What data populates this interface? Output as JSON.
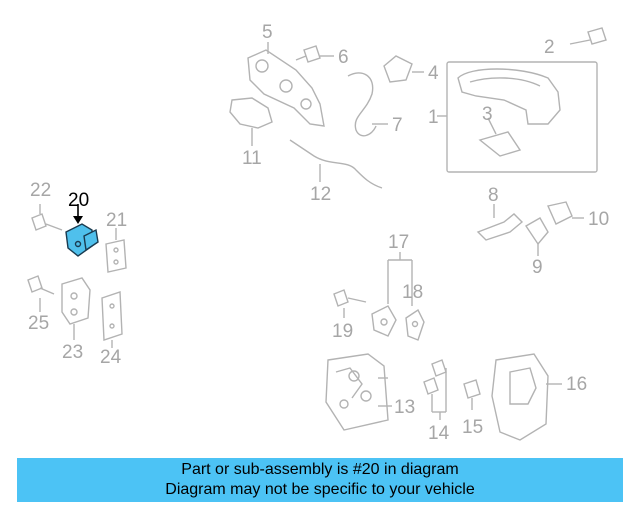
{
  "callouts": {
    "c1": "1",
    "c2": "2",
    "c3": "3",
    "c4": "4",
    "c5": "5",
    "c6": "6",
    "c7": "7",
    "c8": "8",
    "c9": "9",
    "c10": "10",
    "c11": "11",
    "c12": "12",
    "c13": "13",
    "c14": "14",
    "c15": "15",
    "c16": "16",
    "c17": "17",
    "c18": "18",
    "c19": "19",
    "c20": "20",
    "c21": "21",
    "c22": "22",
    "c23": "23",
    "c24": "24",
    "c25": "25"
  },
  "highlight": {
    "part_number": "20",
    "fill_color": "#4fc0ec"
  },
  "banner": {
    "line1": "Part or sub-assembly is #20 in diagram",
    "line2": "Diagram may not be specific to your vehicle",
    "background": "#4cc3f5"
  }
}
